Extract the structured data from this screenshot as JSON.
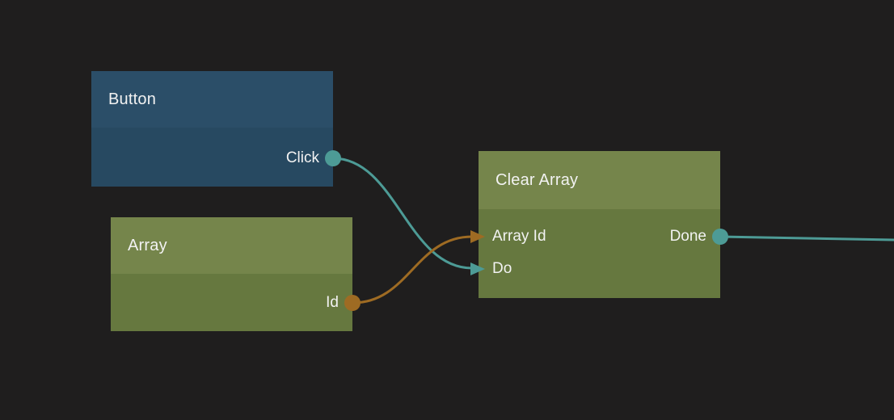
{
  "canvas": {
    "background": "#1f1e1e",
    "text_color": "#f2f2f2"
  },
  "colors": {
    "exec_teal": "#4d9b96",
    "data_orange": "#9e6b23",
    "blue_header": "#2b4e68",
    "blue_body": "#274961",
    "green_header": "#75854b",
    "green_body": "#66783f"
  },
  "nodes": [
    {
      "title": "Button",
      "header_color": "#2b4e68",
      "body_color": "#274961",
      "outputs": [
        {
          "label": "Click",
          "type": "exec",
          "color": "#4d9b96"
        }
      ]
    },
    {
      "title": "Array",
      "header_color": "#75854b",
      "body_color": "#66783f",
      "outputs": [
        {
          "label": "Id",
          "type": "data",
          "color": "#9e6b23"
        }
      ]
    },
    {
      "title": "Clear Array",
      "header_color": "#75854b",
      "body_color": "#66783f",
      "inputs": [
        {
          "label": "Array Id",
          "type": "data",
          "color": "#9e6b23"
        },
        {
          "label": "Do",
          "type": "exec",
          "color": "#4d9b96"
        }
      ],
      "outputs": [
        {
          "label": "Done",
          "type": "exec",
          "color": "#4d9b96"
        }
      ]
    }
  ],
  "wires": [
    {
      "from": "Button.Click",
      "to": "Clear Array.Do",
      "color": "#4d9b96"
    },
    {
      "from": "Array.Id",
      "to": "Clear Array.Array Id",
      "color": "#9e6b23"
    },
    {
      "from": "Clear Array.Done",
      "to": "offscreen-right",
      "color": "#4d9b96"
    }
  ]
}
